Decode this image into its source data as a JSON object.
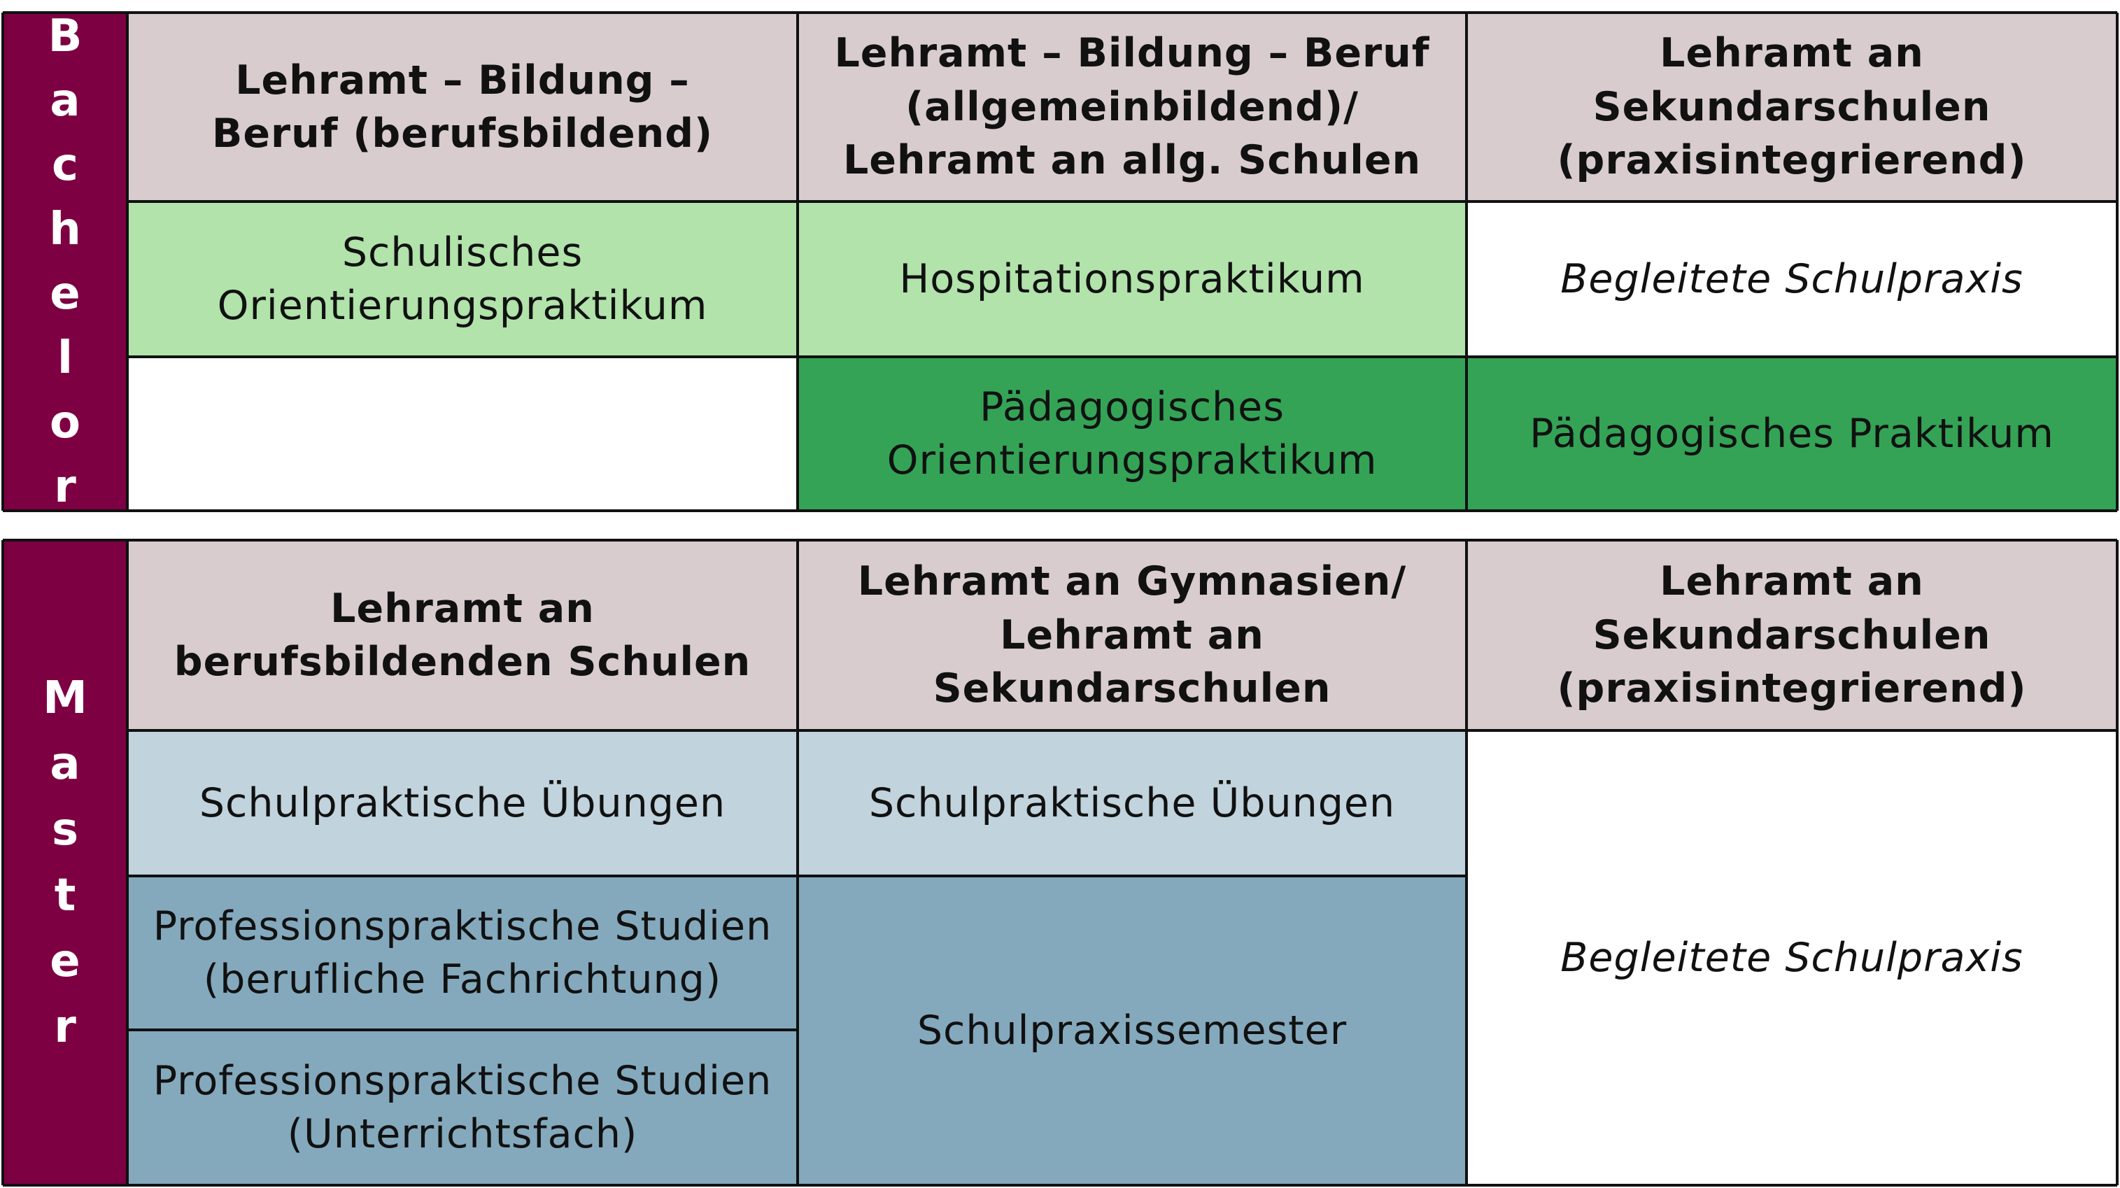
{
  "colors": {
    "sidebar": "#7d0042",
    "header": "#d8cccf",
    "light_green": "#b1e3ab",
    "dark_green": "#34a356",
    "light_blue": "#c1d3dd",
    "mid_blue": "#84a9bd",
    "grid_line": "#111111"
  },
  "bachelor": {
    "label_letters": [
      "B",
      "a",
      "c",
      "h",
      "e",
      "l",
      "o",
      "r"
    ],
    "headers": [
      "Lehramt – Bildung – Beruf (berufsbildend)",
      "Lehramt – Bildung – Beruf (allgemeinbildend)/ Lehramt an allg. Schulen",
      "Lehramt an Sekundarschulen (praxisintegrierend)"
    ],
    "row1": [
      "Schulisches Orientierungspraktikum",
      "Hospitationspraktikum",
      "Begleitete Schulpraxis"
    ],
    "row2": [
      "",
      "Pädagogisches Orientierungspraktikum",
      "Pädagogisches Praktikum"
    ]
  },
  "master": {
    "label_letters": [
      "M",
      "a",
      "s",
      "t",
      "e",
      "r"
    ],
    "headers": [
      "Lehramt an berufsbildenden Schulen",
      "Lehramt an Gymnasien/ Lehramt an Sekundarschulen",
      "Lehramt an Sekundarschulen (praxisintegrierend)"
    ],
    "row1": [
      "Schulpraktische Übungen",
      "Schulpraktische Übungen"
    ],
    "col1_lower": [
      "Professionspraktische Studien (berufliche Fachrichtung)",
      "Professionspraktische Studien (Unterrichtsfach)"
    ],
    "col2_lower": "Schulpraxissemester",
    "col3_body": "Begleitete Schulpraxis"
  }
}
